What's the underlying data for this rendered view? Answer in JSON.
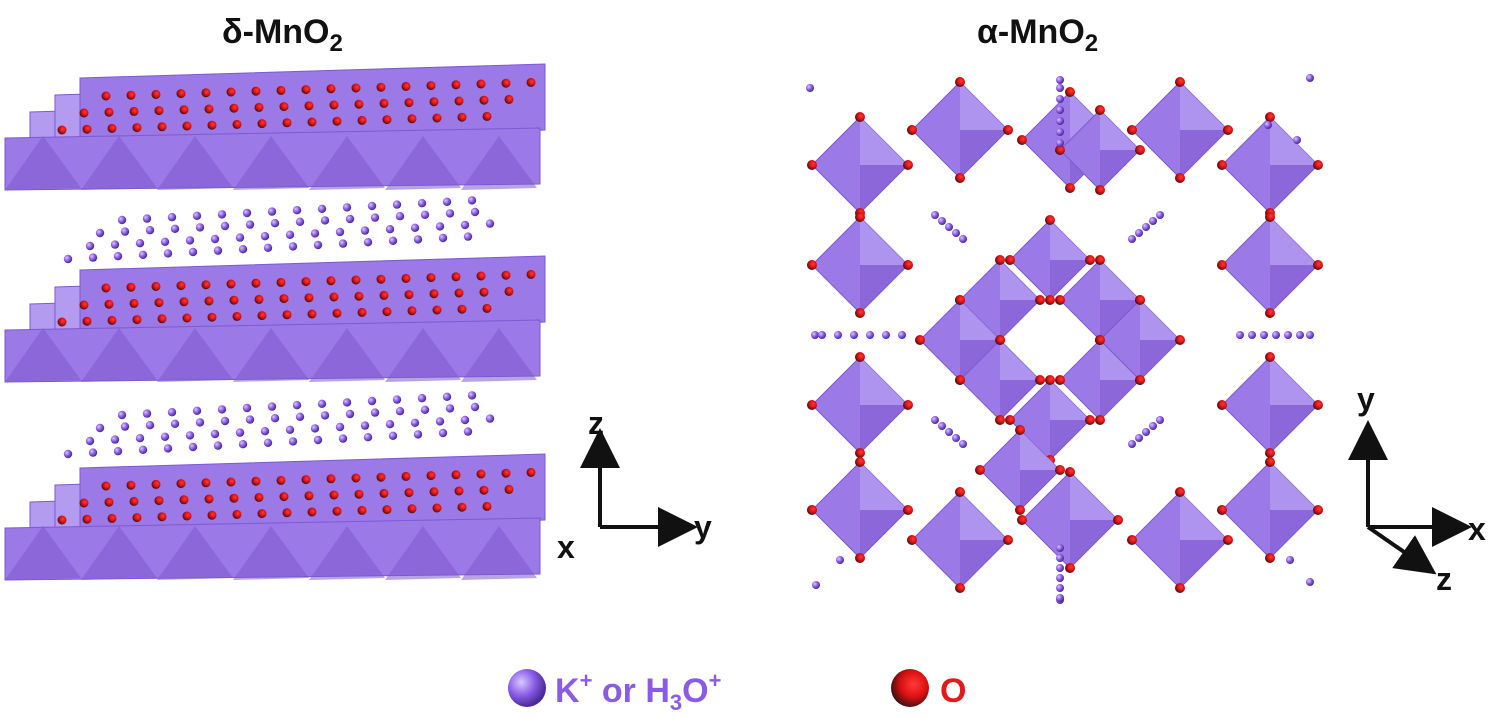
{
  "figure": {
    "left_title": "δ-MnO2",
    "left_title_base": "δ-MnO",
    "left_title_sub": "2",
    "right_title": "α-MnO2",
    "right_title_base": "α-MnO",
    "right_title_sub": "2"
  },
  "left_axes": {
    "up": "z",
    "right": "y",
    "out": "x"
  },
  "right_axes": {
    "up": "y",
    "right": "x",
    "out": "z"
  },
  "legend": {
    "k_label": "K+ or H3O+",
    "k_text_1": "K",
    "k_sup_1": "+",
    "k_text_2": " or H",
    "k_sub": "3",
    "k_text_3": "O",
    "k_sup_2": "+",
    "o_label": "O"
  },
  "colors": {
    "octahedron": "#9b79e6",
    "octahedron_dark": "#7d5ad0",
    "octahedron_light": "#b39bf0",
    "ion": "#7b4de0",
    "oxygen": "#e01b1b",
    "k_label_color": "#8a5ce6",
    "o_label_color": "#e01b1b"
  },
  "icons": {
    "k_sphere": "purple-sphere-icon",
    "o_sphere": "red-black-sphere-icon"
  }
}
